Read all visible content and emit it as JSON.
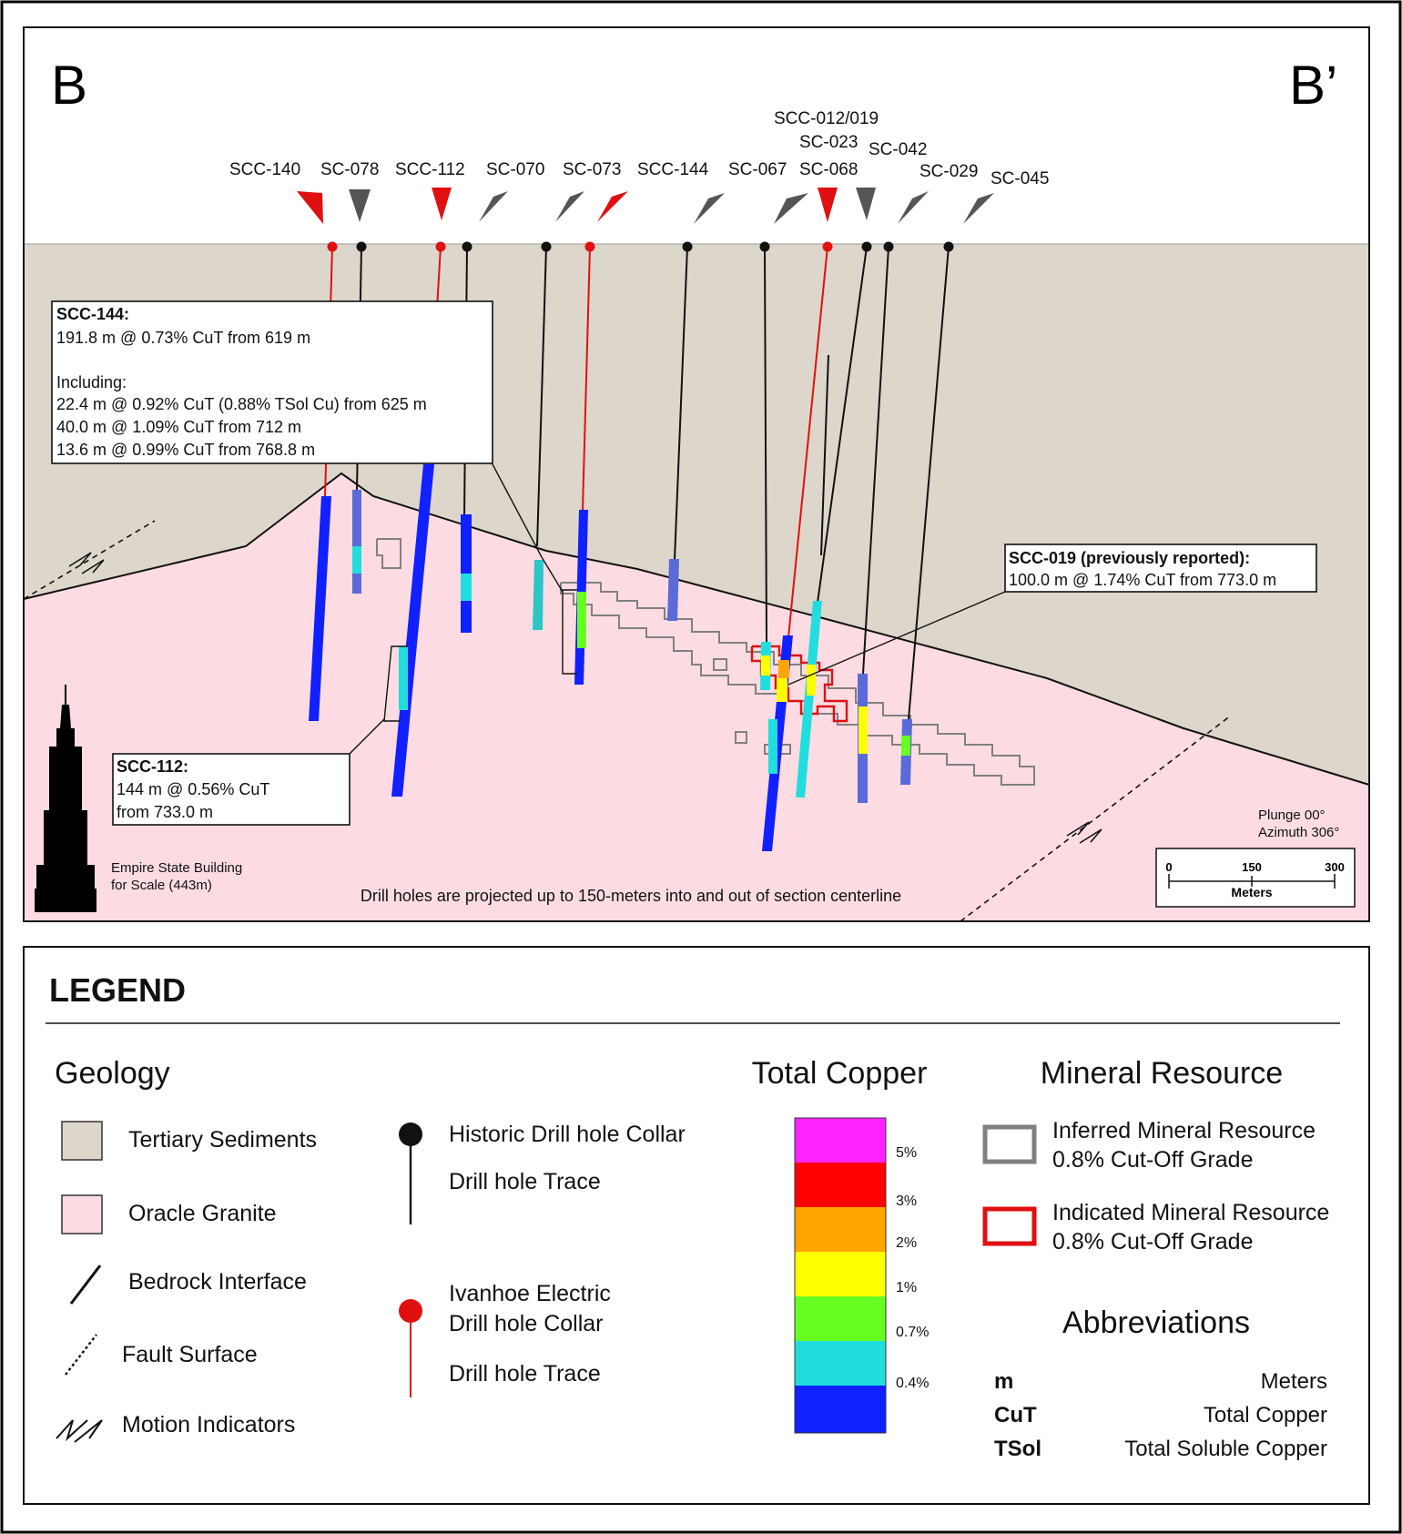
{
  "section": {
    "label_left": "B",
    "label_right": "B’",
    "note": "Drill holes are projected up to 150-meters into and out of section centerline",
    "plunge": "Plunge 00°",
    "azimuth": "Azimuth 306°",
    "scale_ticks": [
      "0",
      "150",
      "300"
    ],
    "scale_unit": "Meters",
    "building_caption_1": "Empire State Building",
    "building_caption_2": "for Scale (443m)"
  },
  "holes": [
    {
      "id": "SCC-140",
      "type": "ivanhoe"
    },
    {
      "id": "SC-078",
      "type": "historic"
    },
    {
      "id": "SCC-112",
      "type": "ivanhoe"
    },
    {
      "id": "SC-070",
      "type": "historic"
    },
    {
      "id": "SC-073",
      "type": "historic"
    },
    {
      "id": "SCC-144",
      "type": "ivanhoe"
    },
    {
      "id": "SC-067",
      "type": "historic"
    },
    {
      "id": "SC-068",
      "type": "historic"
    },
    {
      "id": "SCC-012/019",
      "type": "ivanhoe"
    },
    {
      "id": "SC-023",
      "type": "historic"
    },
    {
      "id": "SC-042",
      "type": "historic"
    },
    {
      "id": "SC-029",
      "type": "historic"
    },
    {
      "id": "SC-045",
      "type": "historic"
    }
  ],
  "callouts": {
    "scc144": {
      "title": "SCC-144:",
      "line1": "191.8 m @ 0.73% CuT from 619 m",
      "line2": "Including:",
      "line3": "22.4 m @ 0.92% CuT (0.88% TSol Cu) from 625 m",
      "line4": "40.0 m @ 1.09% CuT from 712 m",
      "line5": "13.6 m @ 0.99% CuT from 768.8 m"
    },
    "scc019": {
      "title": "SCC-019 (previously reported):",
      "line1": "100.0 m @ 1.74% CuT from 773.0 m"
    },
    "scc112": {
      "title": "SCC-112:",
      "line1": "144 m @ 0.56% CuT",
      "line2": "from 733.0 m"
    }
  },
  "legend": {
    "title": "LEGEND",
    "geology_heading": "Geology",
    "tertiary": "Tertiary Sediments",
    "granite": "Oracle Granite",
    "bedrock": "Bedrock Interface",
    "fault": "Fault Surface",
    "motion": "Motion Indicators",
    "historic_collar": "Historic Drill hole Collar",
    "historic_trace": "Drill hole Trace",
    "ivanhoe_collar_1": "Ivanhoe Electric",
    "ivanhoe_collar_2": "Drill hole Collar",
    "ivanhoe_trace": "Drill hole Trace",
    "copper_heading": "Total Copper",
    "copper_ticks": [
      "5%",
      "3%",
      "2%",
      "1%",
      "0.7%",
      "0.4%"
    ],
    "copper_colors": [
      "#ff22ff",
      "#ff0000",
      "#ffa500",
      "#ffff00",
      "#66ff22",
      "#22dddd",
      "#1020ff"
    ],
    "resource_heading": "Mineral Resource",
    "inferred_1": "Inferred Mineral Resource",
    "inferred_2": "0.8% Cut-Off Grade",
    "indicated_1": "Indicated Mineral Resource",
    "indicated_2": "0.8% Cut-Off Grade",
    "abbr_heading": "Abbreviations",
    "abbreviations": [
      {
        "abbr": "m",
        "meaning": "Meters"
      },
      {
        "abbr": "CuT",
        "meaning": "Total Copper"
      },
      {
        "abbr": "TSol",
        "meaning": "Total Soluble Copper"
      }
    ]
  },
  "colors": {
    "sediments": "#ddd6cb",
    "granite": "#fcdce2",
    "ivanhoe": "#e01010",
    "historic": "#111111",
    "inferred": "#808080",
    "indicated": "#e01010"
  }
}
